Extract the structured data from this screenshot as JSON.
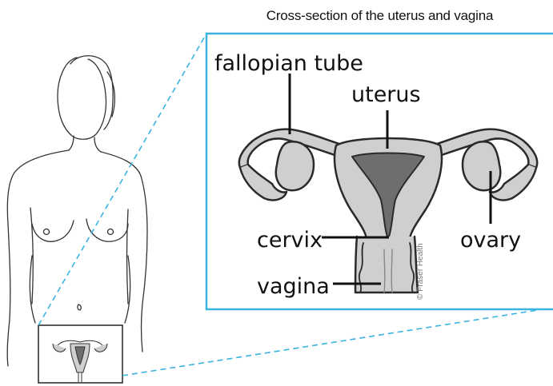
{
  "title": "Cross-section of the uterus and vagina",
  "labels": {
    "fallopian_tube": "fallopian tube",
    "uterus": "uterus",
    "cervix": "cervix",
    "vagina": "vagina",
    "ovary": "ovary"
  },
  "credit": "© Fraser Health",
  "colors": {
    "frame": "#3ab3e0",
    "tissue_light": "#cfcfcf",
    "tissue_dark": "#6e6e6e",
    "outline": "#2a2a2a"
  }
}
